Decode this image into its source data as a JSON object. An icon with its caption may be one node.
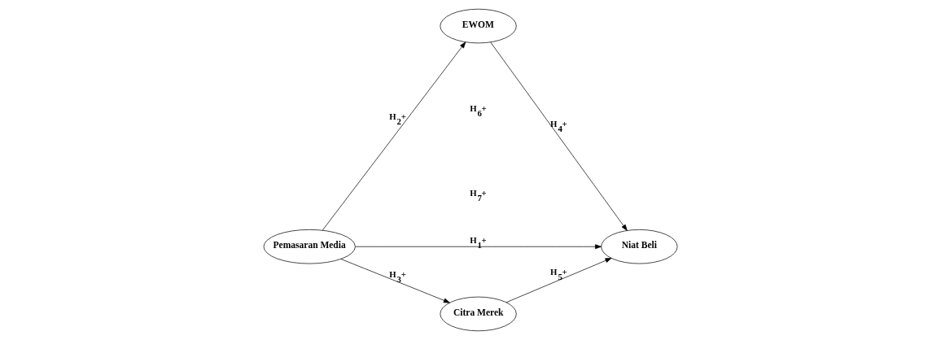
{
  "diagram": {
    "nodes": [
      {
        "text": [
          "Pemasaran Media"
        ]
      },
      {
        "text": [
          "EWOM"
        ]
      },
      {
        "text": [
          "Niat Beli"
        ]
      },
      {
        "text": [
          "Citra Merek"
        ]
      }
    ],
    "edges": [
      {
        "from": 0,
        "to": 1,
        "arrow": "to",
        "label": "H$_{2}$+"
      },
      {
        "from": 1,
        "to": 2,
        "arrow": "to",
        "label": "H$_{4}$+"
      },
      {
        "from": 0,
        "to": 2,
        "arrow": "to",
        "label": "H$_{1}$+"
      },
      {
        "from": 0,
        "to": 3,
        "arrow": "to",
        "label": "H$_{3}$+"
      },
      {
        "from": 3,
        "to": 2,
        "arrow": "to",
        "label": "H$_{5}$+"
      }
    ],
    "labels": [
      "H$_{6}$+",
      "H$_{7}$+"
    ]
  }
}
